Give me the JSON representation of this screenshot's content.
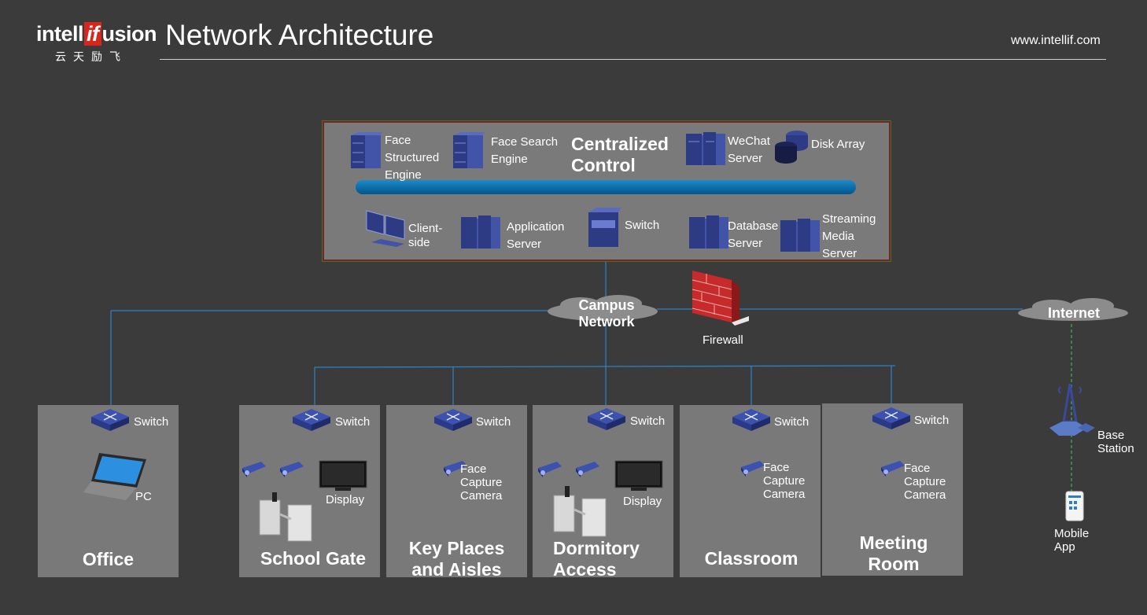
{
  "header": {
    "logo_text_a": "intell",
    "logo_text_if": "if",
    "logo_text_b": "usion",
    "logo_cn": "云天励飞",
    "title": "Network Architecture",
    "url": "www.intellif.com"
  },
  "centralized": {
    "title_line1": "Centralized",
    "title_line2": "Control",
    "top_nodes": {
      "face_structured": [
        "Face",
        "Structured",
        "Engine"
      ],
      "face_search": [
        "Face Search",
        "Engine"
      ],
      "wechat": [
        "WeChat",
        "Server"
      ],
      "disk_array": [
        "Disk Array"
      ]
    },
    "bottom_nodes": {
      "client": [
        "Client-",
        "side"
      ],
      "application": [
        "Application",
        "Server"
      ],
      "switch": [
        "Switch"
      ],
      "database": [
        "Database",
        "Server"
      ],
      "streaming": [
        "Streaming",
        "Media",
        "Server"
      ]
    }
  },
  "network": {
    "campus": [
      "Campus",
      "Network"
    ],
    "firewall": "Firewall",
    "internet": "Internet",
    "base_station": [
      "Base",
      "Station"
    ],
    "mobile_app": [
      "Mobile",
      "App"
    ]
  },
  "zones": {
    "office": {
      "title": [
        "Office"
      ],
      "switch": "Switch",
      "device": "PC"
    },
    "school_gate": {
      "title": [
        "School Gate"
      ],
      "switch": "Switch",
      "display": "Display"
    },
    "key_places": {
      "title": [
        "Key Places",
        "and Aisles"
      ],
      "switch": "Switch",
      "camera": [
        "Face",
        "Capture",
        "Camera"
      ]
    },
    "dormitory": {
      "title": [
        "Dormitory",
        "Access"
      ],
      "switch": "Switch",
      "display": "Display"
    },
    "classroom": {
      "title": [
        "Classroom"
      ],
      "switch": "Switch",
      "camera": [
        "Face",
        "Capture",
        "Camera"
      ]
    },
    "meeting": {
      "title": [
        "Meeting",
        "Room"
      ],
      "switch": "Switch",
      "camera": [
        "Face",
        "Capture",
        "Camera"
      ]
    }
  },
  "colors": {
    "background": "#3b3b3b",
    "panel": "#7a7a7a",
    "bus": "#0a6aa6",
    "line": "#2f7fc0",
    "device": "#3a4a9a",
    "firewall": "#c62a2a",
    "logo_accent": "#d9261c"
  }
}
